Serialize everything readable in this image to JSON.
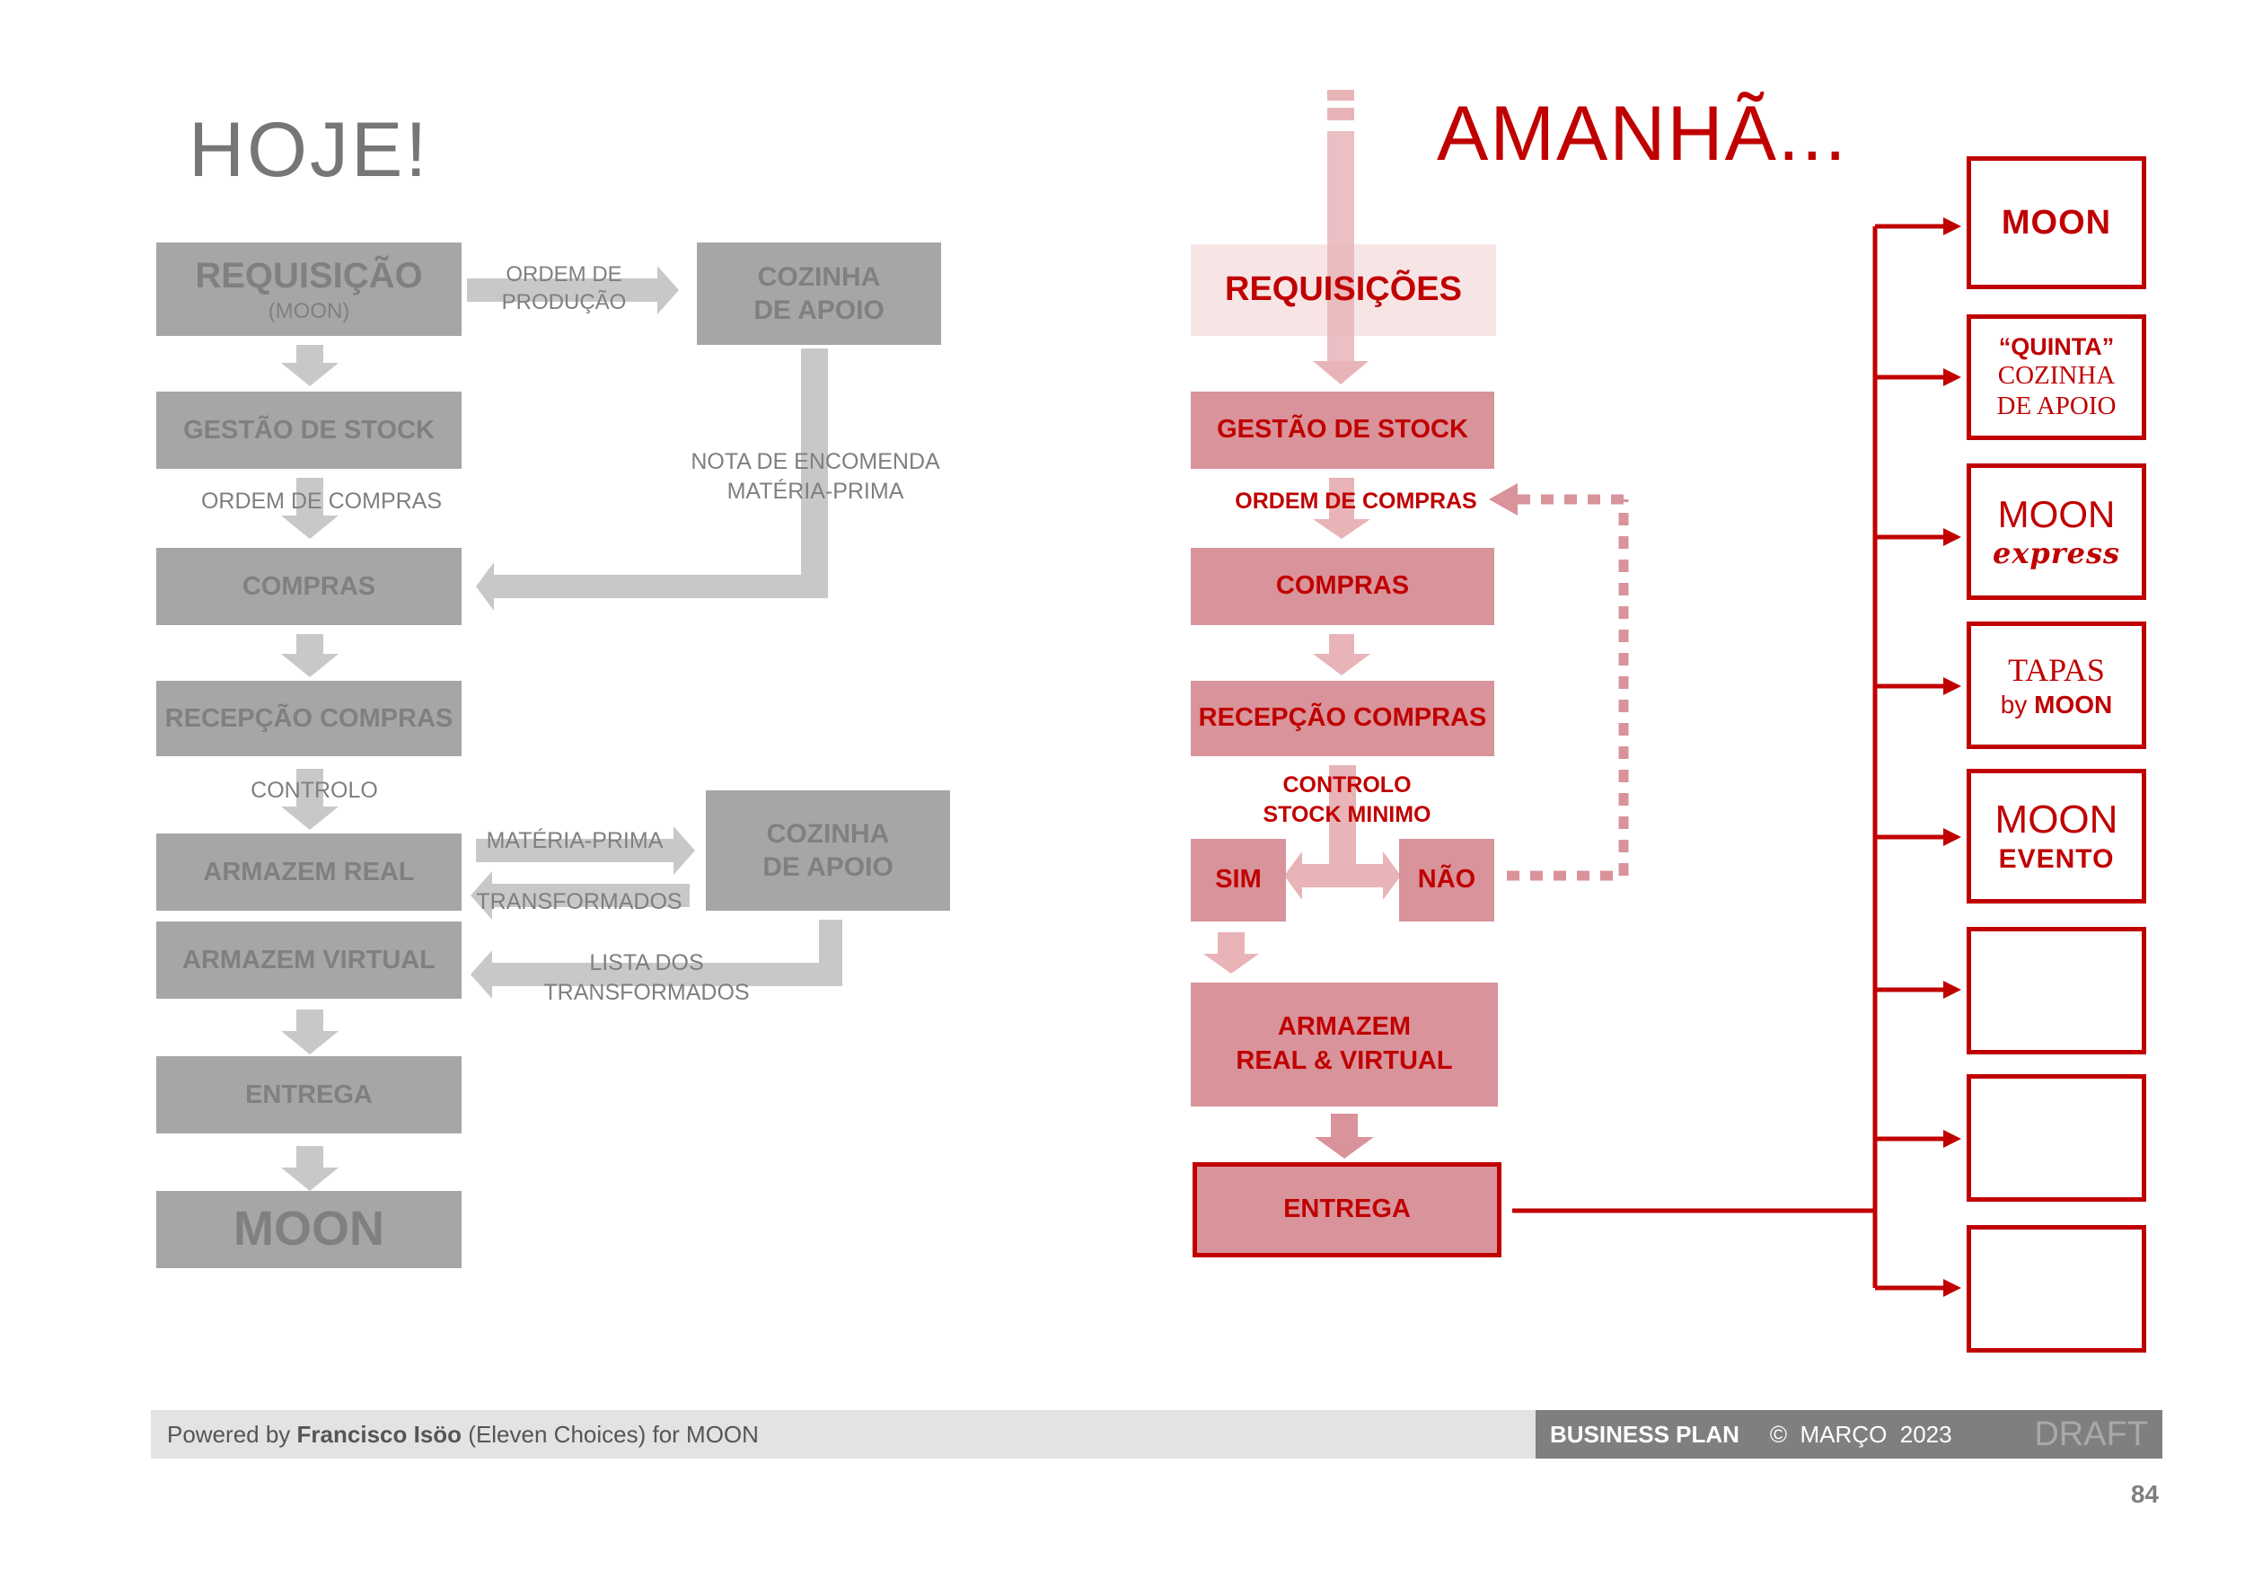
{
  "today": {
    "title": "HOJE!",
    "requisicao": {
      "title": "REQUISIÇÃO",
      "sub": "(MOON)"
    },
    "ordem_producao": {
      "l1": "ORDEM DE",
      "l2": "PRODUÇÃO"
    },
    "cozinha_top": {
      "l1": "COZINHA",
      "l2": "DE APOIO"
    },
    "gestao_stock": "GESTÃO DE STOCK",
    "ordem_compras": "ORDEM DE COMPRAS",
    "nota_encomenda": {
      "l1": "NOTA DE ENCOMENDA",
      "l2": "MATÉRIA-PRIMA"
    },
    "compras": "COMPRAS",
    "recepcao": "RECEPÇÃO COMPRAS",
    "controlo": "CONTROLO",
    "armazem_real": "ARMAZEM REAL",
    "materia_prima": "MATÉRIA-PRIMA",
    "transformados": "TRANSFORMADOS",
    "cozinha_bottom": {
      "l1": "COZINHA",
      "l2": "DE APOIO"
    },
    "armazem_virtual": "ARMAZEM VIRTUAL",
    "lista": {
      "l1": "LISTA DOS",
      "l2": "TRANSFORMADOS"
    },
    "entrega": "ENTREGA",
    "moon": "MOON"
  },
  "tomorrow": {
    "title": "AMANHÃ...",
    "requisicoes": "REQUISIÇÕES",
    "gestao_stock": "GESTÃO DE STOCK",
    "ordem_compras": "ORDEM DE COMPRAS",
    "compras": "COMPRAS",
    "recepcao": "RECEPÇÃO COMPRAS",
    "controlo": {
      "l1": "CONTROLO",
      "l2": "STOCK MINIMO"
    },
    "sim": "SIM",
    "nao": "NÃO",
    "armazem": {
      "l1": "ARMAZEM",
      "l2": "REAL & VIRTUAL"
    },
    "entrega": "ENTREGA"
  },
  "venues": {
    "moon": "MOON",
    "quinta": {
      "l1": "“QUINTA”",
      "l2": "COZINHA",
      "l3": "DE APOIO"
    },
    "express": {
      "l1": "MOON",
      "l2": "express"
    },
    "tapas": {
      "l1": "TAPAS",
      "l2a": "by",
      "l2b": "MOON"
    },
    "evento": {
      "l1": "MOON",
      "l2": "EVENTO"
    }
  },
  "footer": {
    "powered_prefix": "Powered by",
    "author": "Francisco Isöo",
    "powered_suffix": "(Eleven Choices) for MOON",
    "plan": "BUSINESS PLAN",
    "copyright": "©  MARÇO  2023",
    "draft": "DRAFT",
    "page": "84"
  },
  "colors": {
    "gray_box": "#a6a6a6",
    "gray_arrow": "#c8c8c8",
    "red": "#c00000",
    "pink_box": "#d9939a",
    "pink_arrow": "#e8b4b8"
  }
}
